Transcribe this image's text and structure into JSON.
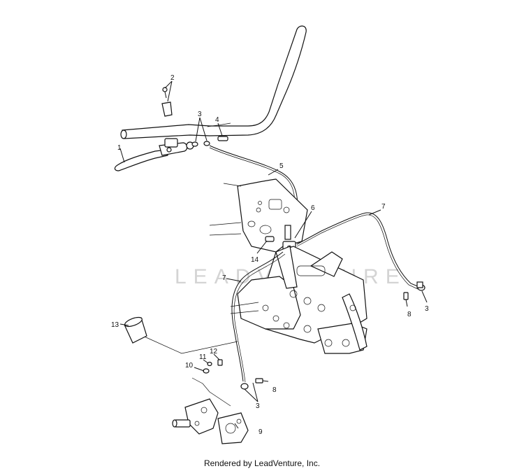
{
  "watermark": "LEADVENTURE",
  "footer_text": "Rendered by LeadVenture, Inc.",
  "callouts": {
    "c1": "1",
    "c2": "2",
    "c3a": "3",
    "c3b": "3",
    "c3c": "3",
    "c4": "4",
    "c5": "5",
    "c6": "6",
    "c7a": "7",
    "c7b": "7",
    "c8a": "8",
    "c8b": "8",
    "c9": "9",
    "c10": "10",
    "c11": "11",
    "c12": "12",
    "c13": "13",
    "c14": "14"
  }
}
